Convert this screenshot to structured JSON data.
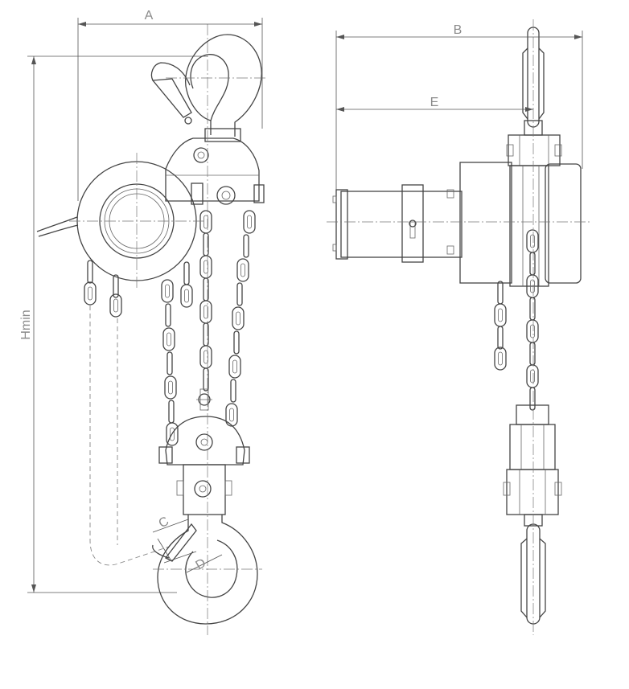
{
  "dimensions": {
    "a": "A",
    "b": "B",
    "e": "E",
    "hmin": "Hmin",
    "c": "C",
    "d": "D"
  },
  "colors": {
    "line": "#444444",
    "label": "#8a8a8a",
    "background": "#ffffff"
  }
}
